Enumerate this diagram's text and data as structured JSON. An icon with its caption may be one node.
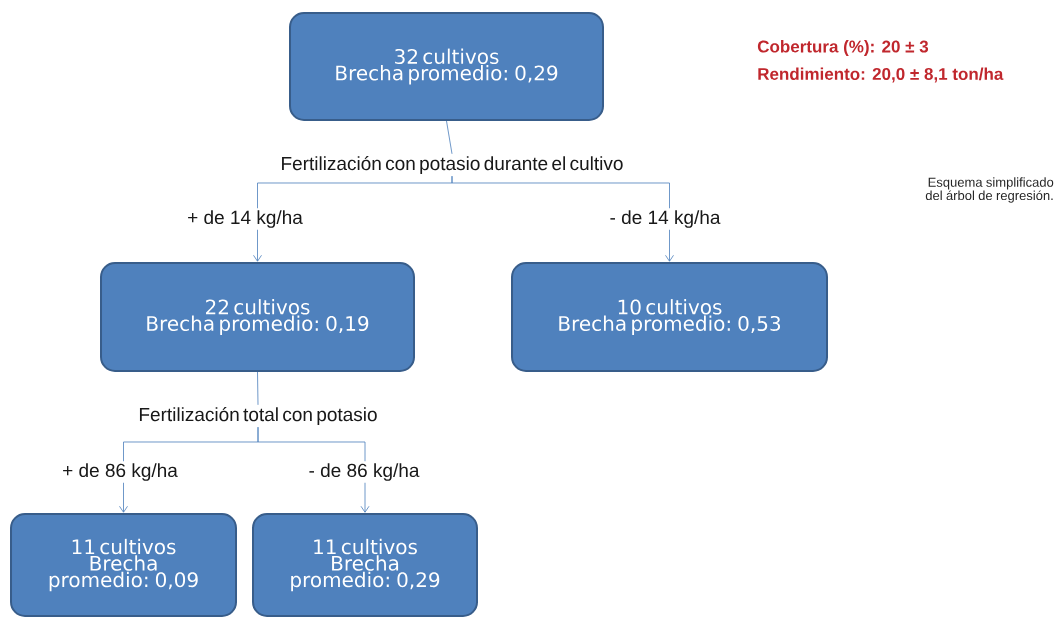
{
  "diagram": {
    "nodes": [
      {
        "text": [
          "32 cultivos",
          "Brecha promedio: 0,29"
        ]
      },
      {
        "text": [
          "Fertilización con potasio durante el cultivo"
        ]
      },
      {
        "text": [
          "22 cultivos",
          "Brecha promedio: 0,19"
        ]
      },
      {
        "text": [
          "10 cultivos",
          "Brecha promedio: 0,53"
        ]
      },
      {
        "text": [
          "Fertilización total con potasio"
        ]
      },
      {
        "text": [
          "11 cultivos",
          "Brecha promedio: 0,09"
        ]
      },
      {
        "text": [
          "11 cultivos",
          "Brecha promedio: 0,29"
        ]
      }
    ],
    "edges": [
      {
        "from": 0,
        "to": 1,
        "arrow": "none"
      },
      {
        "from": 1,
        "to": 2,
        "arrow": "to",
        "label": "+ de 14 kg/ha"
      },
      {
        "from": 1,
        "to": 3,
        "arrow": "to",
        "label": "- de 14 kg/ha"
      },
      {
        "from": 2,
        "to": 4,
        "arrow": "none"
      },
      {
        "from": 4,
        "to": 5,
        "arrow": "to",
        "label": "+ de 86 kg/ha"
      },
      {
        "from": 4,
        "to": 6,
        "arrow": "to",
        "label": "- de 86 kg/ha"
      }
    ],
    "labels": [
      "Cobertura (%): 20 ± 3",
      "Rendimiento: 20,0 ± 8,1 ton/ha",
      "Esquema simplificado del árbol de regresión."
    ]
  }
}
